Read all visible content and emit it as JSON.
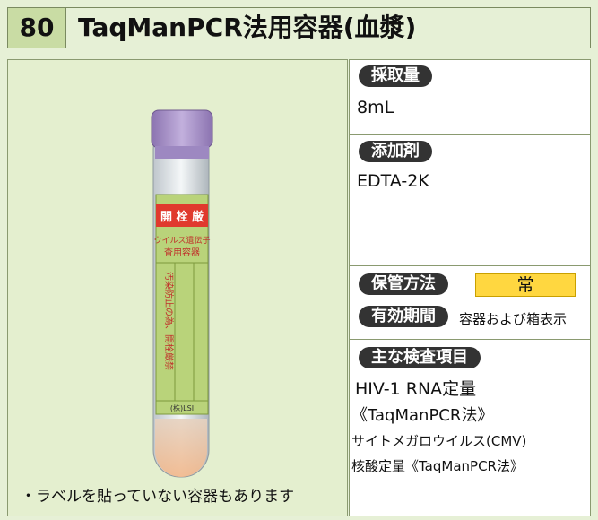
{
  "header": {
    "number": "80",
    "title": "TaqManPCR法用容器(血漿)"
  },
  "photo": {
    "note": "・ラベルを貼っていない容器もあります",
    "tube_label_top": "開 栓 厳",
    "tube_label_line1": "ウイルス遺伝子",
    "tube_label_line2": "査用容器",
    "tube_label_warning": "汚染防止の為、開栓厳禁",
    "tube_label_footer": "(株)LSI"
  },
  "specs": {
    "volume_label": "採取量",
    "volume_value": "8mL",
    "additive_label": "添加剤",
    "additive_value": "EDTA-2K",
    "storage_label": "保管方法",
    "storage_value": "常",
    "expiry_label": "有効期間",
    "expiry_value": "容器および箱表示",
    "tests_label": "主な検査項目",
    "tests": [
      "HIV-1 RNA定量",
      "《TaqManPCR法》",
      "サイトメガロウイルス(CMV)",
      "核酸定量《TaqManPCR法》"
    ]
  },
  "colors": {
    "panel_bg": "#e6f0d6",
    "number_bg": "#c9dca4",
    "pill_bg": "#333333",
    "storage_highlight": "#ffd740",
    "cap": "#a991c9",
    "label_green": "#b9d37a",
    "label_red": "#e03a2e"
  }
}
